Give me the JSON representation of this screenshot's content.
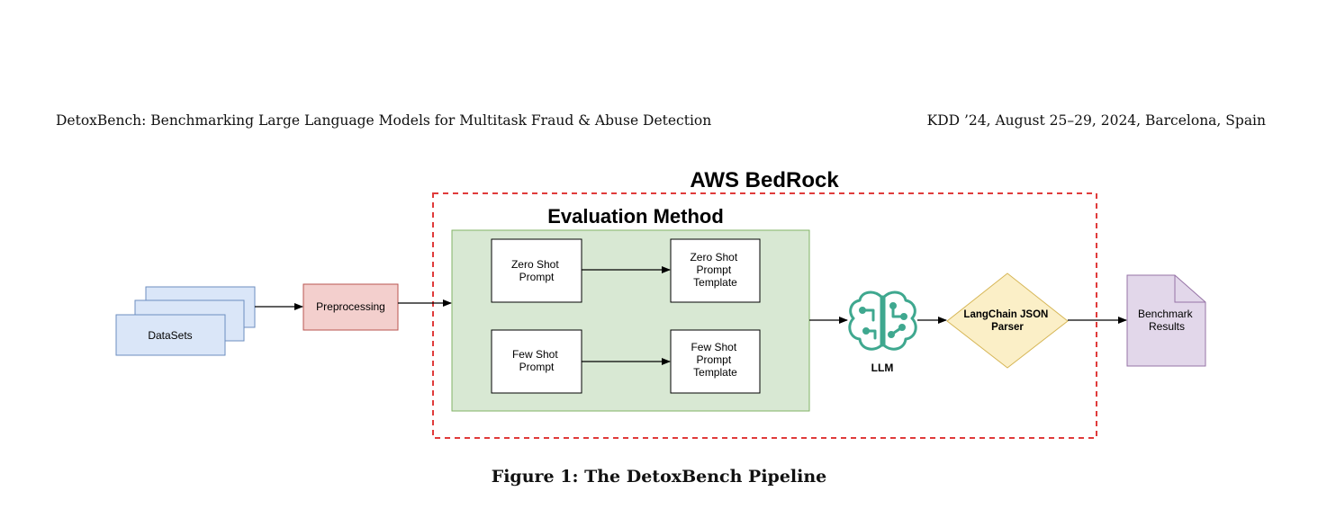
{
  "header": {
    "left": "DetoxBench: Benchmarking Large Language Models for Multitask Fraud & Abuse Detection",
    "right": "KDD ’24, August 25–29, 2024, Barcelona, Spain"
  },
  "diagram": {
    "aws_title": "AWS BedRock",
    "eval_title": "Evaluation Method",
    "datasets": "DataSets",
    "preprocessing": "Preprocessing",
    "zero_shot_prompt": [
      "Zero Shot",
      "Prompt"
    ],
    "zero_shot_template": [
      "Zero Shot",
      "Prompt",
      "Template"
    ],
    "few_shot_prompt": [
      "Few Shot",
      "Prompt"
    ],
    "few_shot_template": [
      "Few Shot",
      "Prompt",
      "Template"
    ],
    "llm": "LLM",
    "parser": [
      "LangChain JSON",
      "Parser"
    ],
    "benchmark": [
      "Benchmark",
      "Results"
    ],
    "llm_icon": "brain-circuit-icon"
  },
  "caption": "Figure 1: The DetoxBench Pipeline",
  "colors": {
    "aws_border": "#e03b3b",
    "eval_fill": "#d8e8d3",
    "datasets_fill": "#dae6f8",
    "preprocessing_fill": "#f3cfcd",
    "parser_fill": "#fbefc7",
    "benchmark_fill": "#e2d7ea",
    "llm_icon": "#3fa88f"
  }
}
